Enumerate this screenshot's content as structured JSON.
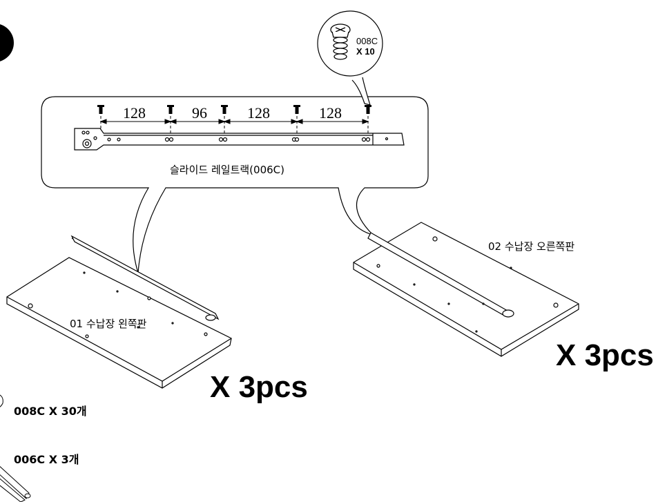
{
  "callout": {
    "screw_code": "008C",
    "screw_qty": "X 10",
    "dimensions": [
      "128",
      "96",
      "128",
      "128"
    ],
    "rail_label": "슬라이드 레일트랙(006C)"
  },
  "panels": {
    "left_label": "01 수납장 왼쪽판",
    "left_qty": "X 3pcs",
    "right_label": "02 수납장 오른쪽판",
    "right_qty": "X 3pcs"
  },
  "parts_list": [
    {
      "text": "008C X 30개"
    },
    {
      "text": "006C X 3개"
    }
  ],
  "icons": [
    "screw-icon",
    "slide-rail-icon",
    "step-number-badge"
  ]
}
